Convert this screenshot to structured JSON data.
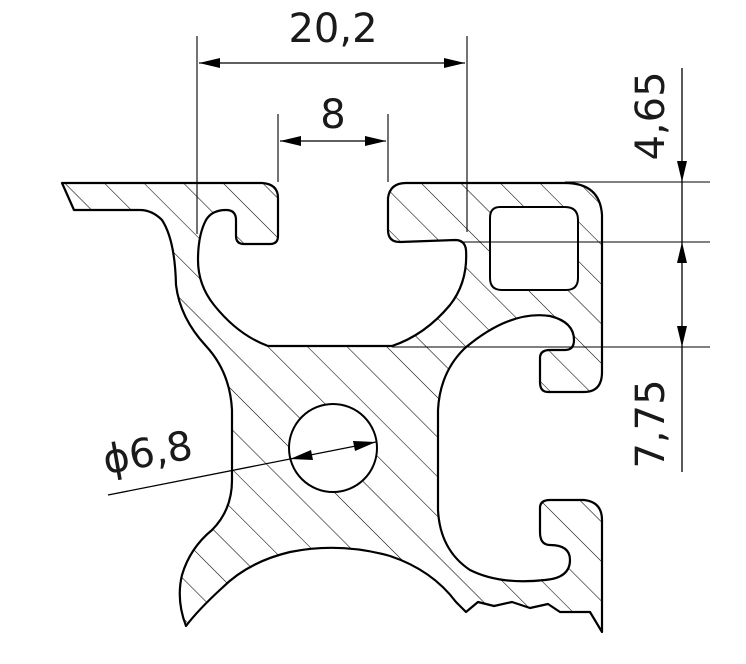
{
  "drawing": {
    "dimensions": {
      "overall_width": "20,2",
      "slot_width": "8",
      "top_height": "4,65",
      "lower_height": "7,75",
      "bore_diameter": "ϕ6,8"
    }
  }
}
